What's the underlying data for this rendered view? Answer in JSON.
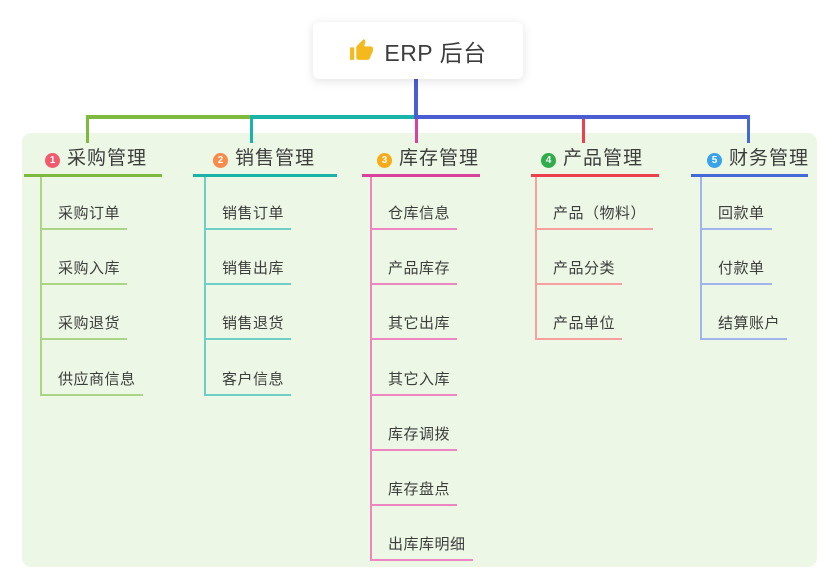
{
  "root": {
    "icon": "thumbs-up-icon",
    "label": "ERP 后台"
  },
  "branches": [
    {
      "badge": "1",
      "label": "采购管理",
      "badge_color": "#f25a70",
      "line_color": "#7eba3e",
      "child_line_color": "#aad584",
      "children": [
        "采购订单",
        "采购入库",
        "采购退货",
        "供应商信息"
      ]
    },
    {
      "badge": "2",
      "label": "销售管理",
      "badge_color": "#f88a4a",
      "line_color": "#19b3a8",
      "child_line_color": "#6fcfc6",
      "children": [
        "销售订单",
        "销售出库",
        "销售退货",
        "客户信息"
      ]
    },
    {
      "badge": "3",
      "label": "库存管理",
      "badge_color": "#f8ab17",
      "line_color": "#d8419c",
      "child_line_color": "#ee86c2",
      "children": [
        "仓库信息",
        "产品库存",
        "其它出库",
        "其它入库",
        "库存调拨",
        "库存盘点",
        "出库库明细"
      ]
    },
    {
      "badge": "4",
      "label": "产品管理",
      "badge_color": "#2fad4a",
      "line_color": "#ec404f",
      "child_line_color": "#f7a0a0",
      "children": [
        "产品（物料）",
        "产品分类",
        "产品单位"
      ]
    },
    {
      "badge": "5",
      "label": "财务管理",
      "badge_color": "#39a3e9",
      "line_color": "#4468d6",
      "child_line_color": "#a0b5ec",
      "children": [
        "回款单",
        "付款单",
        "结算账户"
      ]
    }
  ],
  "colors": {
    "canvas_bg": "#ffffff",
    "panel_bg": "#edf7e6",
    "node_bg": "#ffffff",
    "root_connector": "#4a5ed2",
    "text": "#3d3d3d",
    "thumb_icon": "#f4b91d"
  }
}
